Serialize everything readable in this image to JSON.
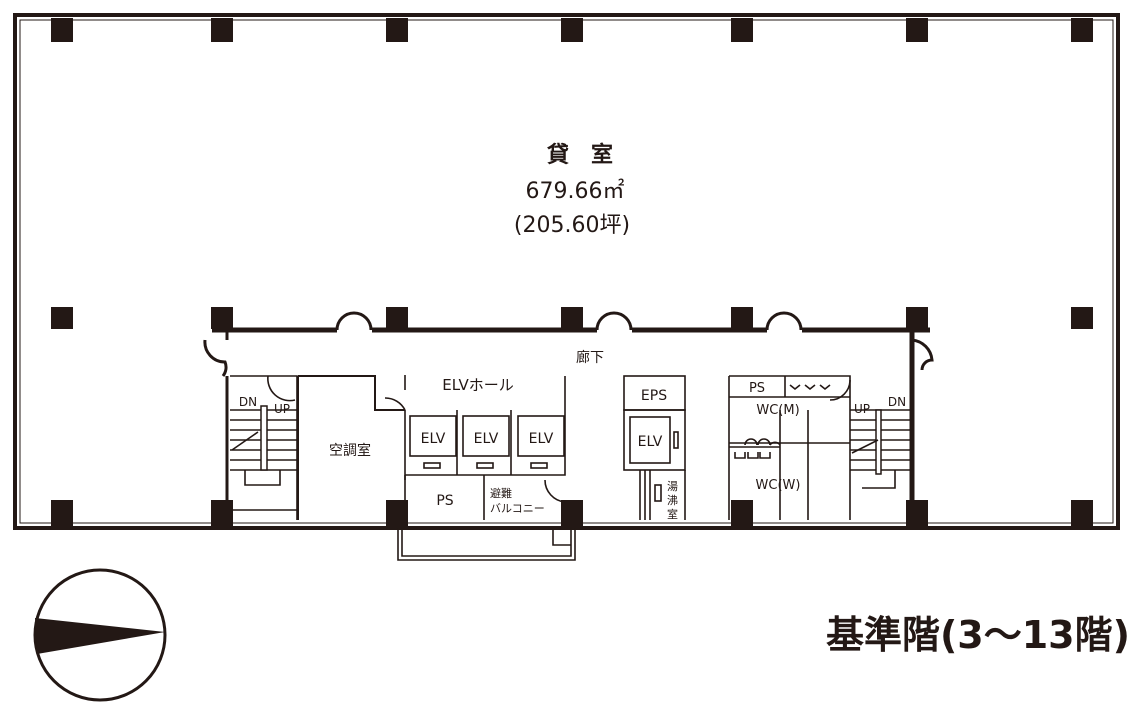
{
  "plan": {
    "title": "基準階(3〜13階)",
    "rental_room": {
      "label": "貸　室",
      "area_m2": "679.66㎡",
      "area_tsubo": "(205.60坪)"
    },
    "rooms": {
      "corridor": "廊下",
      "elv_hall": "ELVホール",
      "elv": "ELV",
      "ahu_room": "空調室",
      "ps": "PS",
      "balcony_line1": "避難",
      "balcony_line2": "バルコニー",
      "eps": "EPS",
      "kitchen_1": "湯",
      "kitchen_2": "沸",
      "kitchen_3": "室",
      "wc_m": "WC(M)",
      "wc_w": "WC(W)",
      "dn": "DN",
      "up": "UP"
    },
    "colors": {
      "ink": "#231815",
      "background": "#ffffff"
    }
  }
}
